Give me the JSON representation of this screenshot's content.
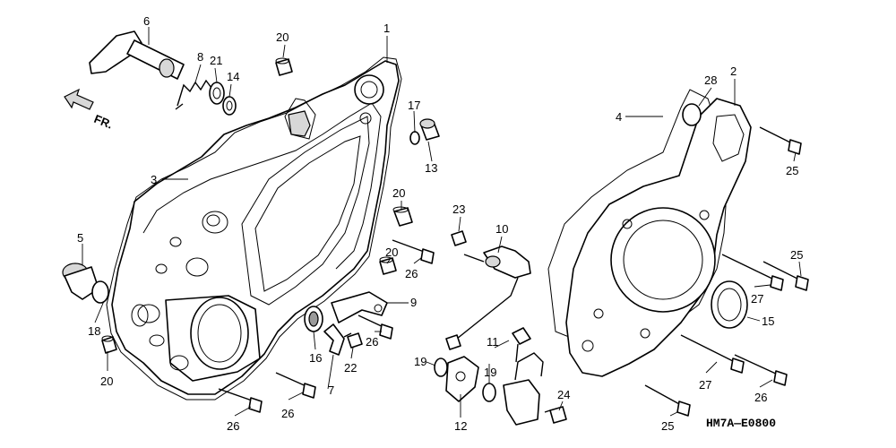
{
  "diagram_code": "HM7A—E0800",
  "front_arrow_label": "FR.",
  "callouts": {
    "c1": "1",
    "c2": "2",
    "c3": "3",
    "c4": "4",
    "c5": "5",
    "c6": "6",
    "c7": "7",
    "c8": "8",
    "c9": "9",
    "c10": "10",
    "c11": "11",
    "c12": "12",
    "c13": "13",
    "c14": "14",
    "c15": "15",
    "c16": "16",
    "c17": "17",
    "c18": "18",
    "c19a": "19",
    "c19b": "19",
    "c20a": "20",
    "c20b": "20",
    "c20c": "20",
    "c20d": "20",
    "c21": "21",
    "c22": "22",
    "c23": "23",
    "c24": "24",
    "c25a": "25",
    "c25b": "25",
    "c25c": "25",
    "c26a": "26",
    "c26b": "26",
    "c26c": "26",
    "c26d": "26",
    "c26e": "26",
    "c27a": "27",
    "c27b": "27",
    "c28": "28"
  }
}
